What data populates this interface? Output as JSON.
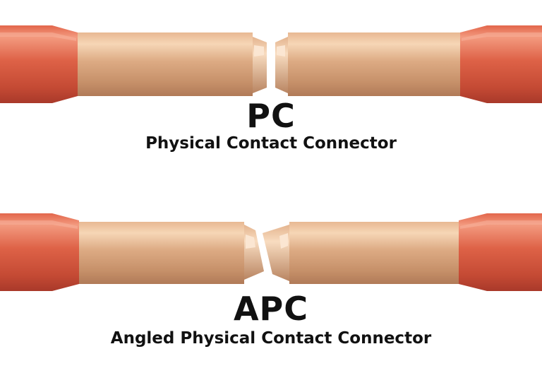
{
  "colors": {
    "ferrule_light": "#f2c9a2",
    "ferrule_mid": "#d9a57d",
    "ferrule_dark": "#a87553",
    "boot_light": "#f08a6d",
    "boot_mid": "#dc5e43",
    "boot_dark": "#a8392a",
    "text": "#111111"
  },
  "connectors": [
    {
      "id": "pc",
      "end_face": "flat",
      "title": "PC",
      "subtitle": "Physical Contact Connector"
    },
    {
      "id": "apc",
      "end_face": "angled",
      "title": "APC",
      "subtitle": "Angled Physical Contact Connector"
    }
  ]
}
